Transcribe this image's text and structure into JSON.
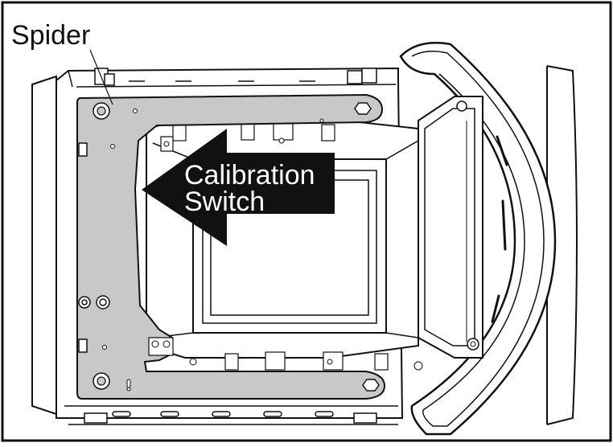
{
  "figure": {
    "callouts": {
      "spider": "Spider",
      "calibration_line1": "Calibration",
      "calibration_line2": "Switch"
    },
    "colors": {
      "line": "#111111",
      "spider_fill": "#c8c8c8",
      "arrow_fill": "#111111",
      "arrow_text": "#ffffff",
      "background": "#ffffff"
    }
  }
}
